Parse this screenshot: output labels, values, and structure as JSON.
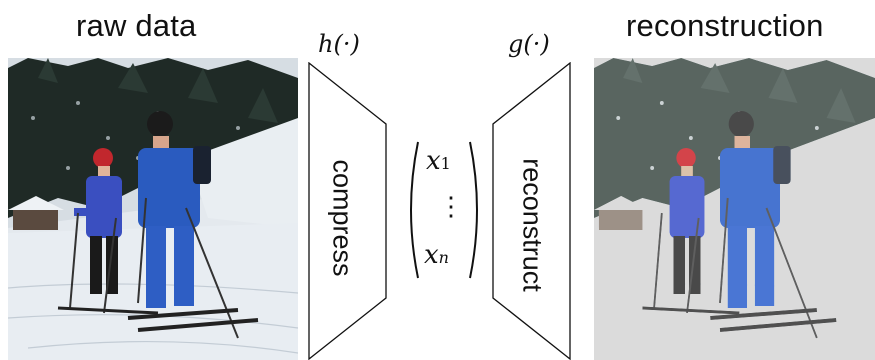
{
  "panels": {
    "raw_title": "raw data",
    "reconstruction_title": "reconstruction"
  },
  "encoder": {
    "function_label": "h(·)",
    "block_label": "compress"
  },
  "decoder": {
    "function_label": "g(·)",
    "block_label": "reconstruct"
  },
  "latent_vector": {
    "first": "x",
    "first_sub": "1",
    "dots": "⋮",
    "last": "x",
    "last_sub": "n"
  },
  "colors": {
    "sky_snow": "#dfe6ec",
    "trees": "#1f2a26",
    "jacket": "#2a5bbf",
    "helmet_red": "#c1272d"
  }
}
